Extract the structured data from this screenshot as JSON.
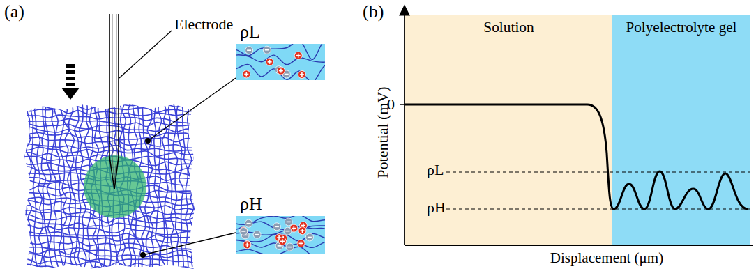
{
  "diagram": {
    "nodes": [
      {
        "text": [
          "ρL"
        ]
      },
      {
        "text": [
          "ρH"
        ]
      },
      {
        "text": [
          "Solution"
        ]
      },
      {
        "text": [
          "Polyelectrolyte gel"
        ]
      }
    ],
    "labels": [
      "(a)",
      "Electrode",
      "(b)",
      "0",
      "ρL",
      "ρH",
      "Potential (mV)",
      "Displacement (μm)"
    ]
  }
}
